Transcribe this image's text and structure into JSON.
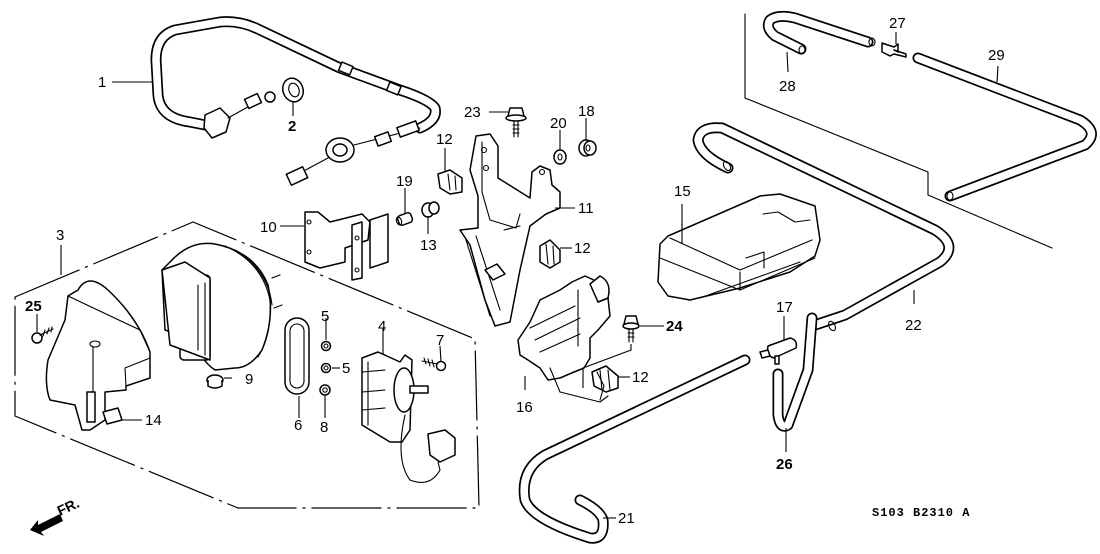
{
  "diagram": {
    "title": "Cruise control / vacuum hose parts diagram",
    "reference_code": "S103 B2310 A",
    "direction_indicator": "FR.",
    "callouts": [
      {
        "number": "1",
        "part": "cruise-control-cable"
      },
      {
        "number": "2",
        "part": "grommet"
      },
      {
        "number": "3",
        "part": "actuator-assembly"
      },
      {
        "number": "4",
        "part": "solenoid-valve"
      },
      {
        "number": "5",
        "part": "nut"
      },
      {
        "number": "5",
        "part": "nut"
      },
      {
        "number": "6",
        "part": "gasket"
      },
      {
        "number": "7",
        "part": "screw"
      },
      {
        "number": "8",
        "part": "nut"
      },
      {
        "number": "9",
        "part": "plug"
      },
      {
        "number": "10",
        "part": "bracket"
      },
      {
        "number": "11",
        "part": "bracket"
      },
      {
        "number": "12",
        "part": "clip"
      },
      {
        "number": "12",
        "part": "clip"
      },
      {
        "number": "12",
        "part": "clip"
      },
      {
        "number": "13",
        "part": "nut"
      },
      {
        "number": "14",
        "part": "clip"
      },
      {
        "number": "15",
        "part": "vacuum-tank"
      },
      {
        "number": "16",
        "part": "bracket"
      },
      {
        "number": "17",
        "part": "check-valve"
      },
      {
        "number": "18",
        "part": "grommet"
      },
      {
        "number": "19",
        "part": "collar"
      },
      {
        "number": "20",
        "part": "washer"
      },
      {
        "number": "21",
        "part": "vacuum-hose"
      },
      {
        "number": "22",
        "part": "vacuum-hose"
      },
      {
        "number": "23",
        "part": "bolt"
      },
      {
        "number": "24",
        "part": "bolt"
      },
      {
        "number": "25",
        "part": "screw"
      },
      {
        "number": "26",
        "part": "vacuum-hose"
      },
      {
        "number": "27",
        "part": "joint"
      },
      {
        "number": "28",
        "part": "vacuum-hose"
      },
      {
        "number": "29",
        "part": "vacuum-hose"
      }
    ]
  }
}
